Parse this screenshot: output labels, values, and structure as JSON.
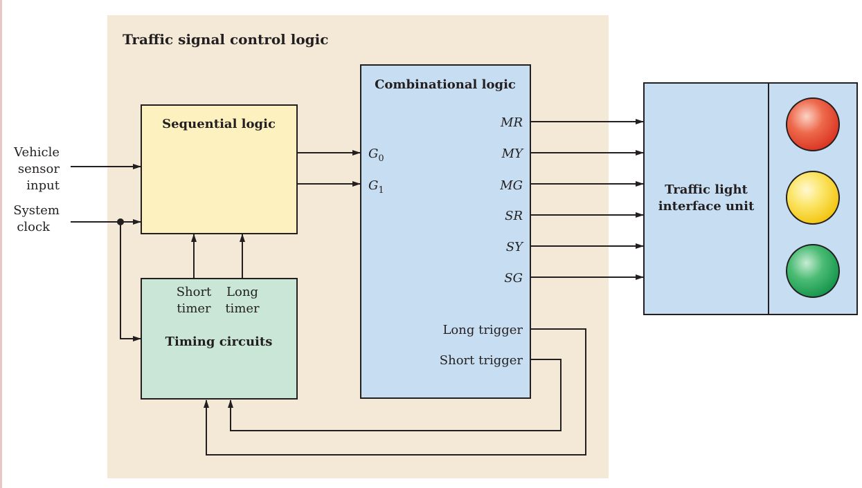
{
  "title": "Traffic signal control logic",
  "colors": {
    "panel": "#f3e9d6",
    "sequential": "#fdf1c0",
    "timing": "#c9e6d6",
    "combinational": "#c7def2",
    "interface": "#c7def2",
    "line": "#231f20",
    "lamp_red": "#e8452c",
    "lamp_yellow": "#f7d51c",
    "lamp_green": "#21a557"
  },
  "inputs": {
    "vehicle": [
      "Vehicle",
      "sensor",
      "input"
    ],
    "clock": [
      "System",
      "clock"
    ]
  },
  "sequential": {
    "label": "Sequential logic"
  },
  "timing": {
    "label": "Timing circuits",
    "short_timer": [
      "Short",
      "timer"
    ],
    "long_timer": [
      "Long",
      "timer"
    ]
  },
  "combinational": {
    "label": "Combinational logic",
    "inputs": [
      {
        "base": "G",
        "sub": "0"
      },
      {
        "base": "G",
        "sub": "1"
      }
    ],
    "outputs": [
      "MR",
      "MY",
      "MG",
      "SR",
      "SY",
      "SG"
    ],
    "long_trigger": "Long trigger",
    "short_trigger": "Short trigger"
  },
  "interface": {
    "label": [
      "Traffic light",
      "interface unit"
    ],
    "lamps": [
      "red-lamp",
      "yellow-lamp",
      "green-lamp"
    ]
  }
}
